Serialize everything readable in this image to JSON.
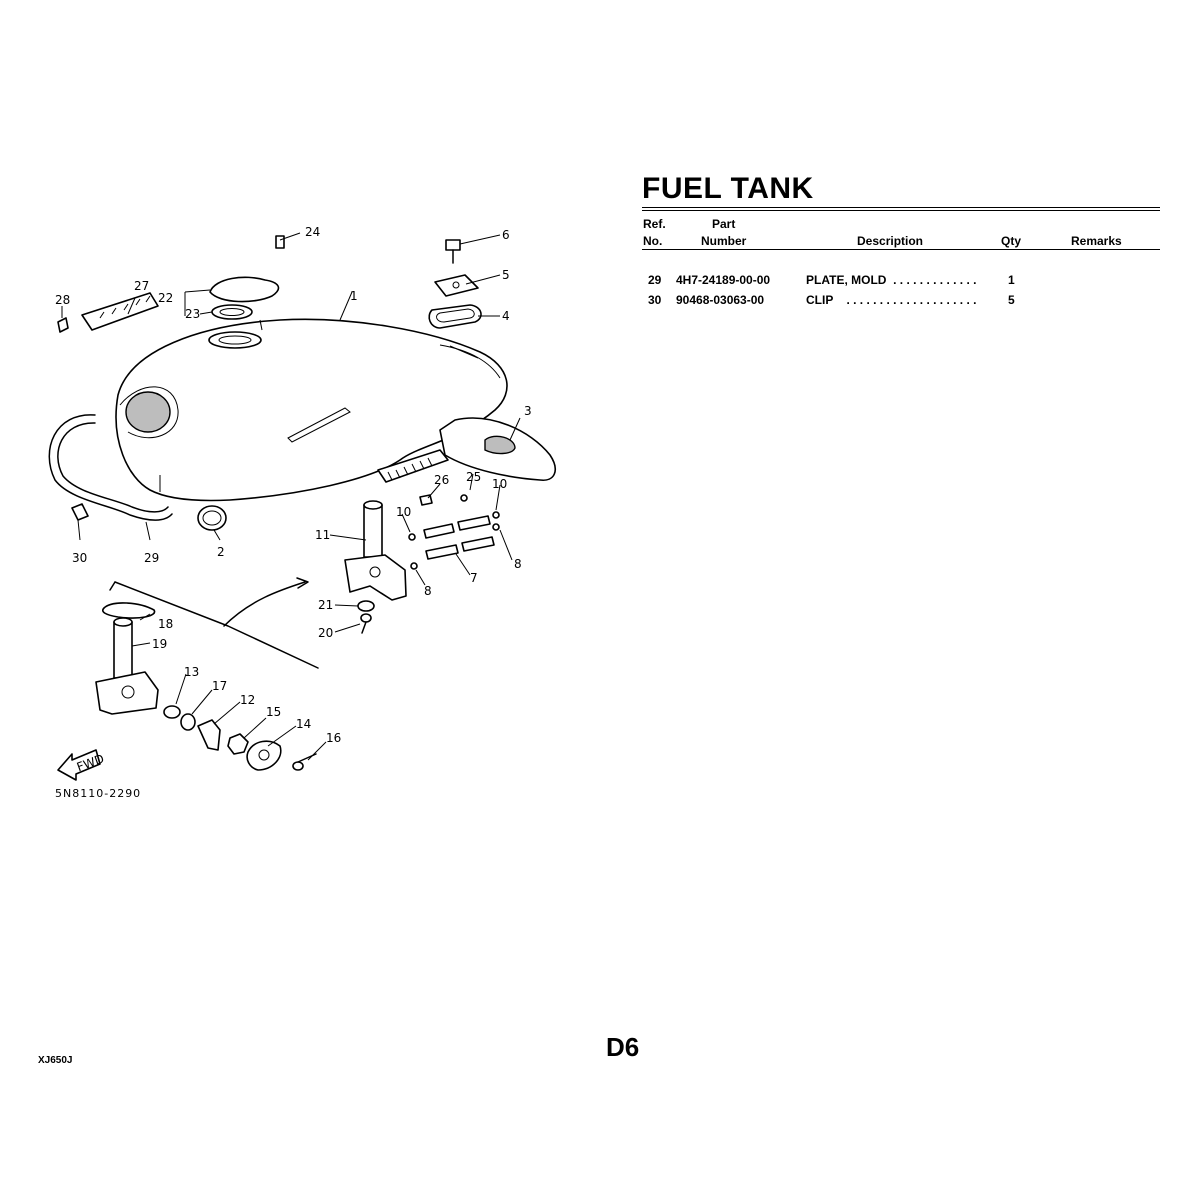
{
  "title": "FUEL TANK",
  "table": {
    "headers": {
      "ref_line1": "Ref.",
      "ref_line2": "No.",
      "part_line1": "Part",
      "part_line2": "Number",
      "description": "Description",
      "qty": "Qty",
      "remarks": "Remarks"
    },
    "rows": [
      {
        "ref": "29",
        "part_number": "4H7-24189-00-00",
        "description": "PLATE, MOLD  . . . . . . . . . . . . .",
        "qty": "1",
        "remarks": ""
      },
      {
        "ref": "30",
        "part_number": "90468-03063-00",
        "description": "CLIP    . . . . . . . . . . . . . . . . . . . .",
        "qty": "5",
        "remarks": ""
      }
    ]
  },
  "page_code": "D6",
  "model": "XJ650J",
  "diagram": {
    "drawing_code": "5N8110-2290",
    "fwd_label": "FWD",
    "callouts": [
      "1",
      "2",
      "3",
      "4",
      "5",
      "6",
      "7",
      "8",
      "8",
      "10",
      "10",
      "11",
      "12",
      "13",
      "14",
      "15",
      "16",
      "17",
      "18",
      "19",
      "20",
      "21",
      "22",
      "23",
      "24",
      "25",
      "26",
      "27",
      "28",
      "29",
      "30"
    ]
  }
}
